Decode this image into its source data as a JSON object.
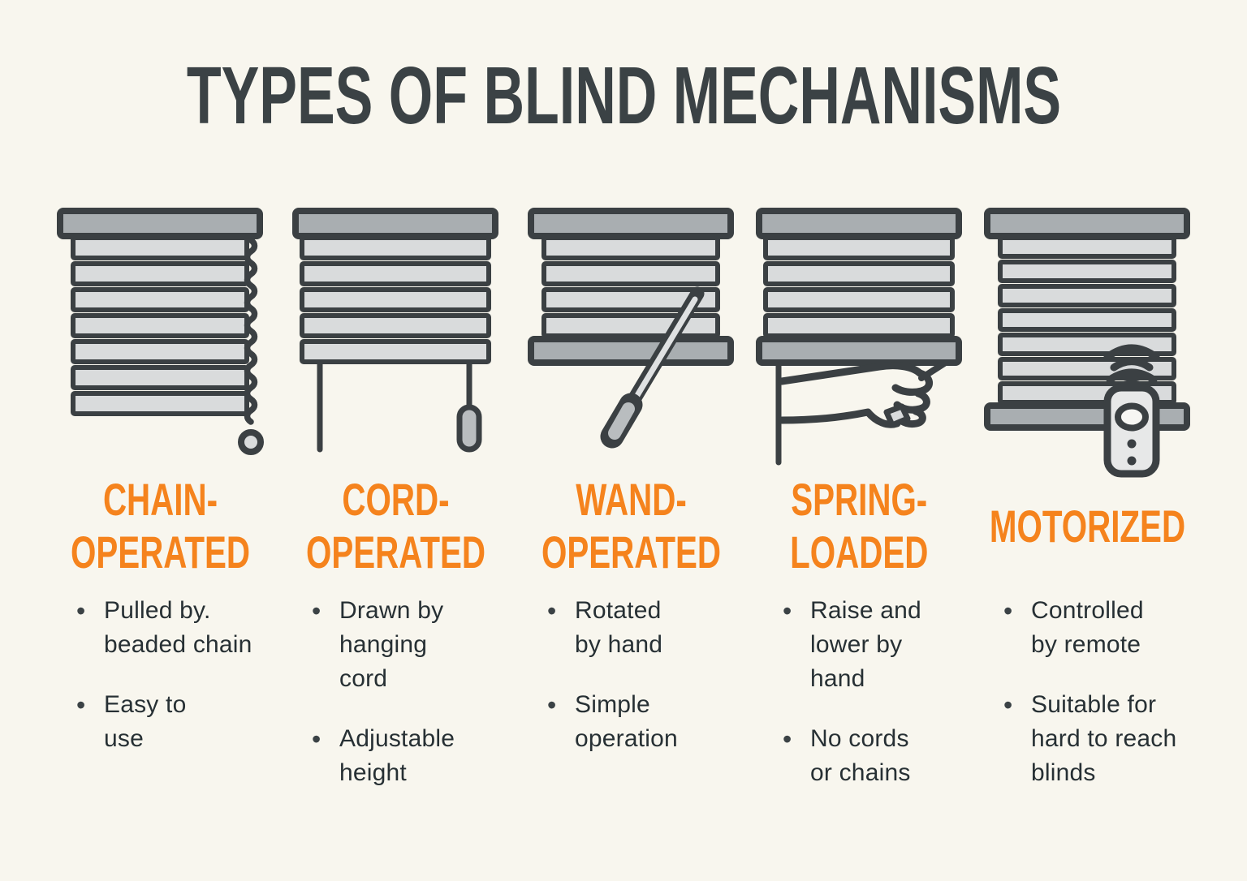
{
  "title": "TYPES OF BLIND MECHANISMS",
  "colors": {
    "background": "#F8F6EE",
    "accent": "#F5831D",
    "title": "#3B4245",
    "text": "#273034",
    "outline": "#3B4043",
    "header_gray": "#A9AEB1",
    "slat_gray": "#D9DBDC",
    "mid_gray": "#B9BDBF",
    "remote_gray": "#E7E8E8"
  },
  "columns": [
    {
      "name": "chain-operated",
      "icon": "chain-operated-blind-icon",
      "heading": "CHAIN-\nOPERATED",
      "bullets": [
        "Pulled by.\nbeaded chain",
        "Easy to\nuse"
      ]
    },
    {
      "name": "cord-operated",
      "icon": "cord-operated-blind-icon",
      "heading": "CORD-\nOPERATED",
      "bullets": [
        "Drawn by\nhanging\ncord",
        "Adjustable\nheight"
      ]
    },
    {
      "name": "wand-operated",
      "icon": "wand-operated-blind-icon",
      "heading": "WAND-\nOPERATED",
      "bullets": [
        "Rotated\nby hand",
        "Simple\noperation"
      ]
    },
    {
      "name": "spring-loaded",
      "icon": "spring-loaded-blind-icon",
      "heading": "SPRING-\nLOADED",
      "bullets": [
        "Raise and\nlower by\nhand",
        "No cords\nor chains"
      ]
    },
    {
      "name": "motorized",
      "icon": "motorized-blind-icon",
      "heading": "MOTORIZED",
      "bullets": [
        "Controlled\nby remote",
        "Suitable for\nhard to reach\nblinds"
      ]
    }
  ]
}
